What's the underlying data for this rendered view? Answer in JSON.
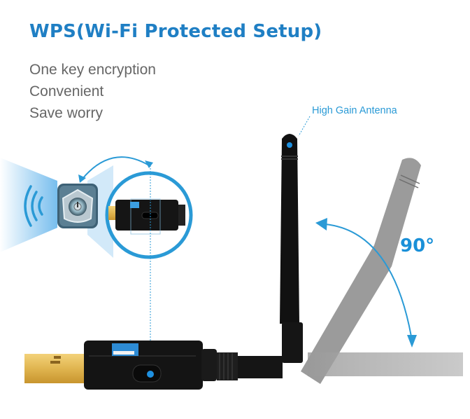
{
  "header": {
    "title": "WPS(Wi-Fi Protected Setup)"
  },
  "features": [
    "One key encryption",
    "Convenient",
    "Save worry"
  ],
  "callouts": {
    "antenna": "High Gain Antenna",
    "rotation_angle": "90°"
  },
  "icons": {
    "wps_button": "wps-key-button-icon",
    "signal_waves": "wifi-signal-waves-icon",
    "swap_arrow": "curved-double-arrow-icon",
    "rotation_arrow": "rotation-arrow-icon"
  },
  "colors": {
    "accent": "#1f7fc4",
    "callout_blue": "#2a9ad6",
    "body_text": "#666666",
    "device_black": "#151515",
    "usb_gold": "#e0b550",
    "ghost_antenna": "#8a8a8a"
  }
}
